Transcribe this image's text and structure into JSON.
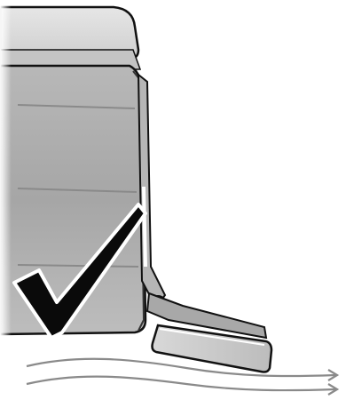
{
  "figure": {
    "subject": "printer-side-with-output-tray-extended",
    "mark": "check-mark",
    "motion": "paper-flow-arrows",
    "colors": {
      "background": "#ffffff",
      "outline": "#111111",
      "body_light": "#d2d2d2",
      "body_mid": "#b4b4b4",
      "body_dark": "#8c8c8c",
      "tray": "#c8c8c8",
      "check": "#0a0a0a",
      "arrows": "#8a8a8a"
    }
  }
}
